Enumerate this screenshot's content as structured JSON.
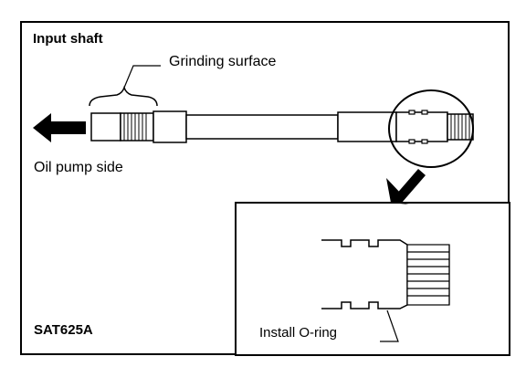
{
  "figure": {
    "title": "Input shaft",
    "grinding_label": "Grinding surface",
    "oil_pump_label": "Oil pump side",
    "code": "SAT625A",
    "oring_label": "Install O-ring"
  },
  "colors": {
    "ink": "#000000",
    "paper": "#ffffff"
  },
  "icons": {
    "direction_arrow": "left-arrow-icon",
    "detail_arrow": "down-left-arrow-icon"
  }
}
